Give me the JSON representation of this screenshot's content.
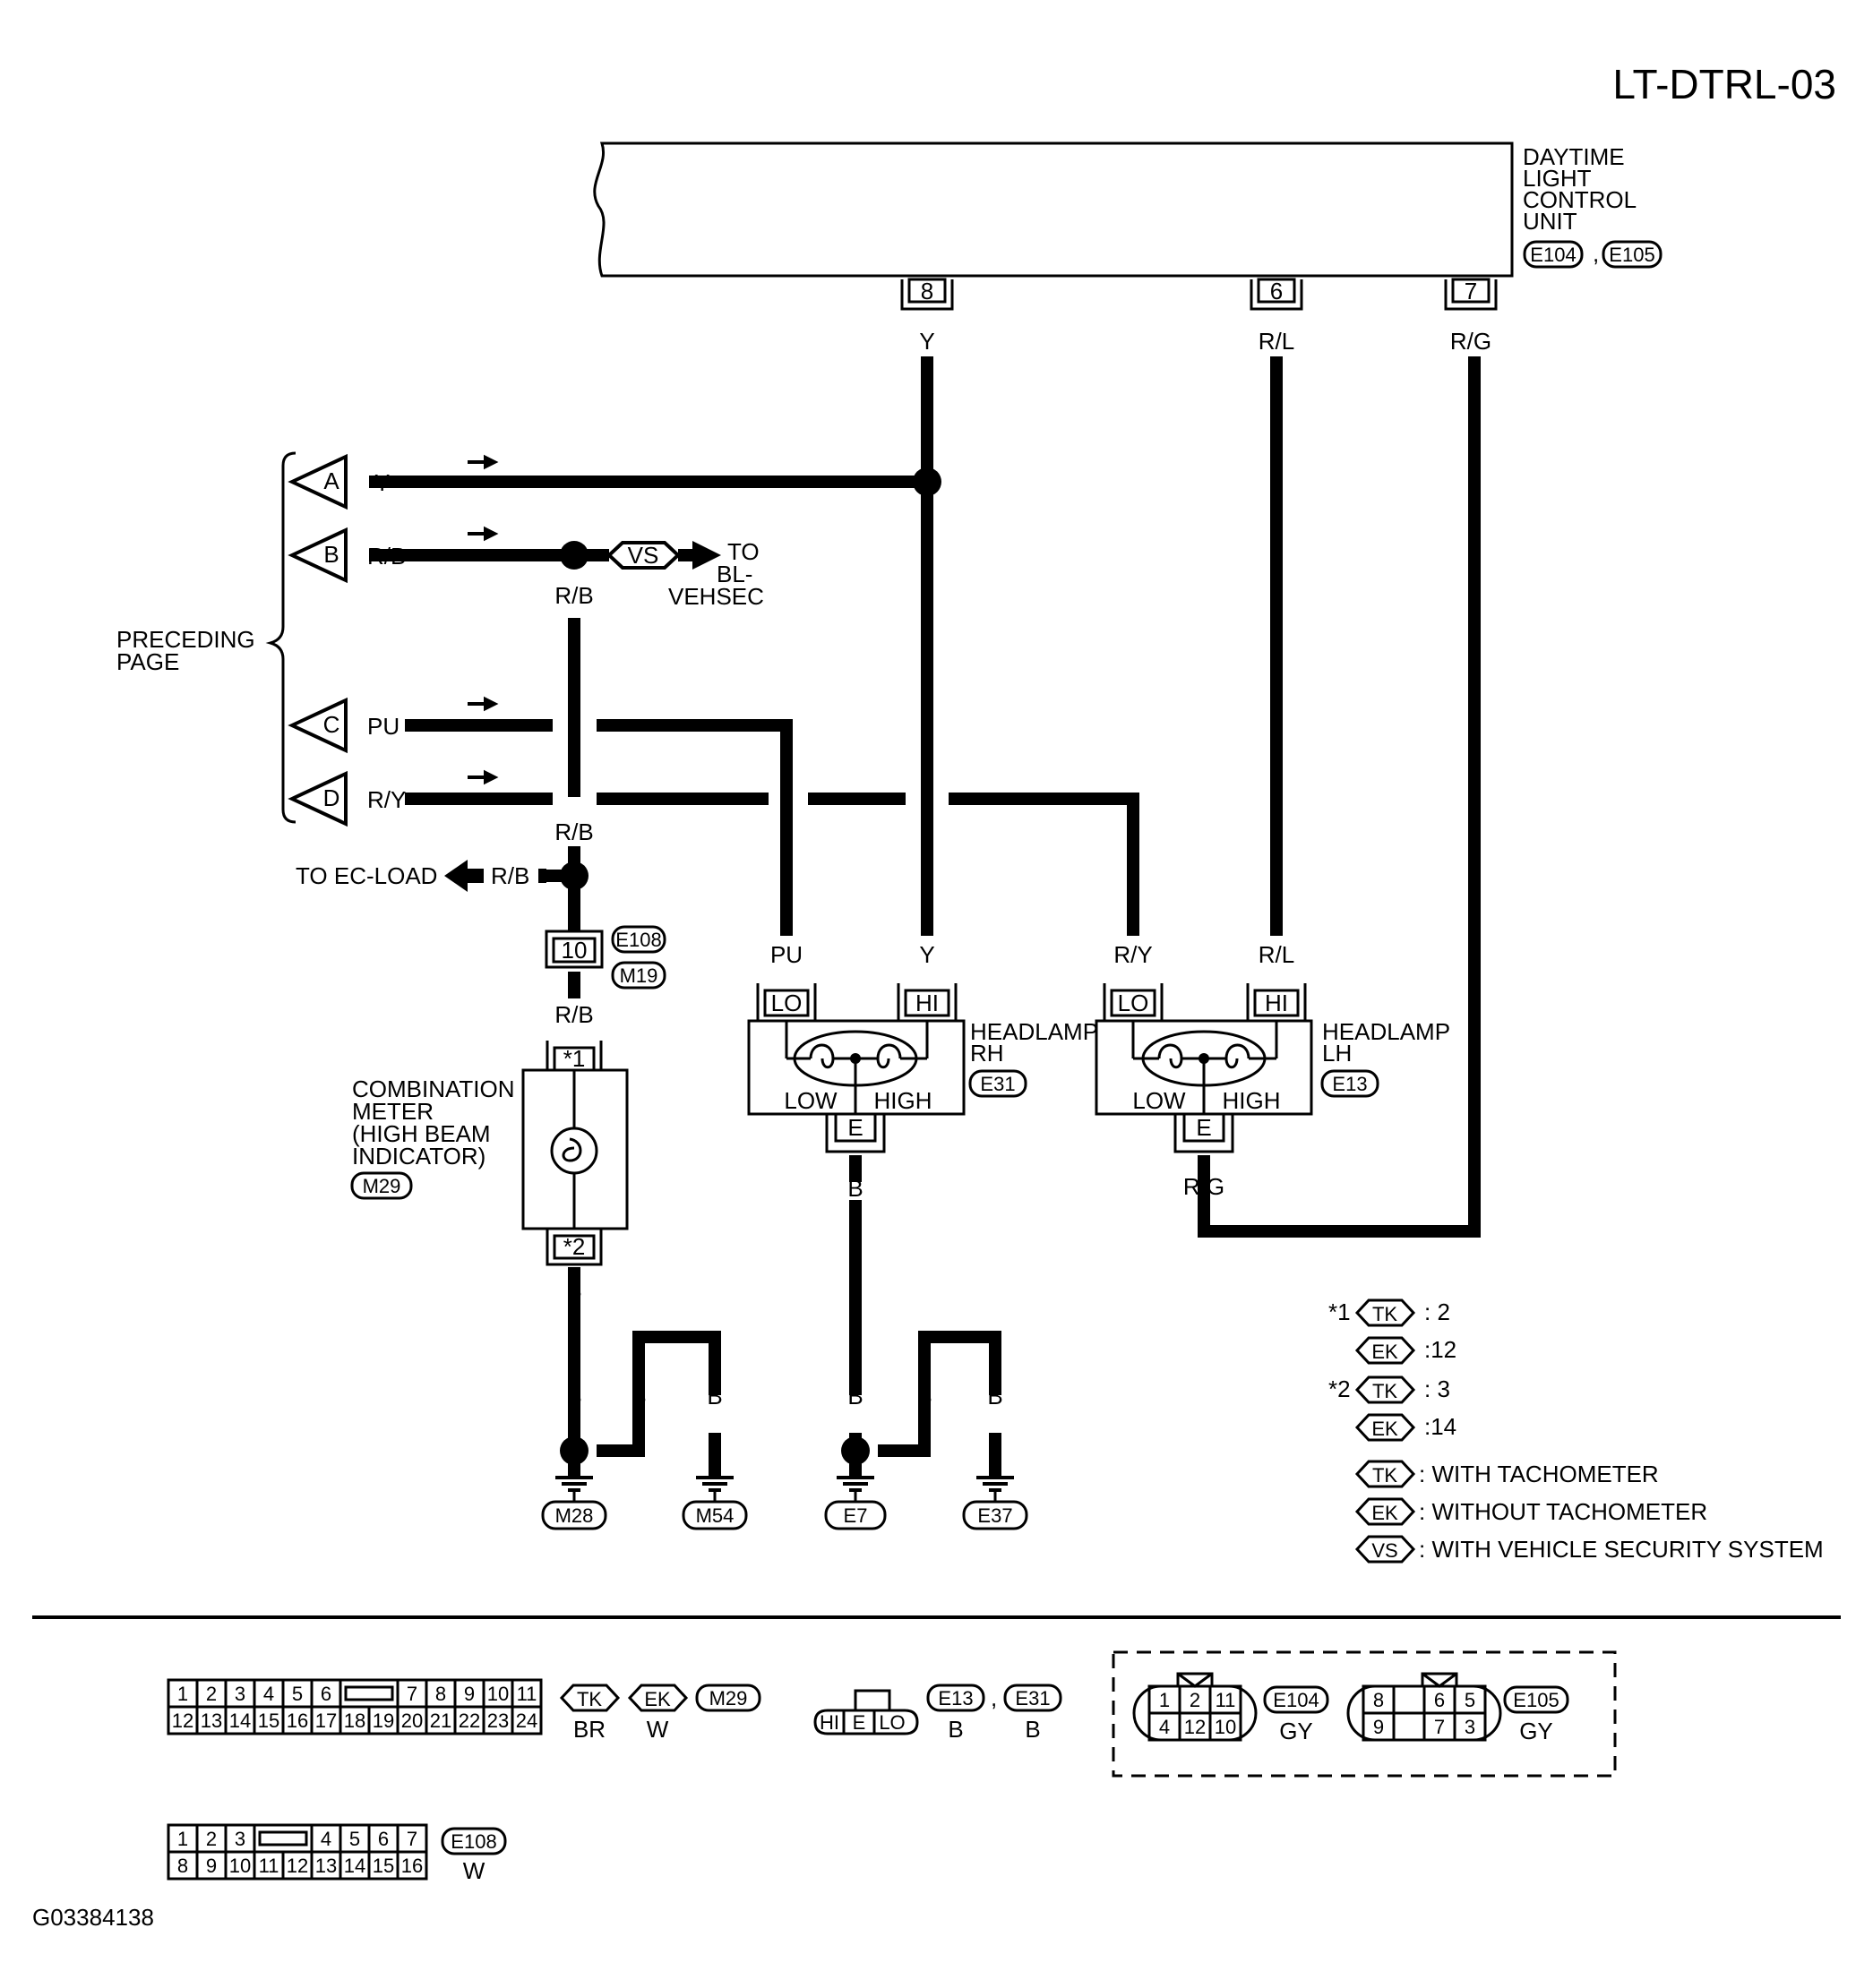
{
  "diagram": {
    "code": "LT-DTRL-03",
    "figure_id": "G03384138",
    "control_unit": {
      "name_lines": [
        "DAYTIME",
        "LIGHT",
        "CONTROL",
        "UNIT"
      ],
      "connectors": [
        "E104",
        "E105"
      ],
      "separator": ",",
      "pins": [
        "8",
        "6",
        "7"
      ]
    },
    "wire_colors": {
      "y": "Y",
      "rl": "R/L",
      "rg": "R/G",
      "rb": "R/B",
      "pu": "PU",
      "ry": "R/Y",
      "b": "B"
    },
    "preceding_page": {
      "label_lines": [
        "PRECEDING",
        "PAGE"
      ],
      "terminals": [
        "A",
        "B",
        "C",
        "D"
      ]
    },
    "vs_branch": {
      "badge": "VS",
      "dest_lines": [
        "TO",
        "BL-",
        "VEHSEC"
      ]
    },
    "ec_load": {
      "label": "TO EC-LOAD"
    },
    "junction_e108": {
      "pin": "10",
      "connectors": [
        "E108",
        "M19"
      ]
    },
    "combination_meter": {
      "label_lines": [
        "COMBINATION",
        "METER",
        "(HIGH BEAM",
        "INDICATOR)"
      ],
      "connector": "M29",
      "pins": [
        "*1",
        "*2"
      ]
    },
    "headlamp_rh": {
      "label_lines": [
        "HEADLAMP",
        "RH"
      ],
      "connector": "E31",
      "pins": [
        "LO",
        "HI",
        "E"
      ],
      "filaments": [
        "LOW",
        "HIGH"
      ]
    },
    "headlamp_lh": {
      "label_lines": [
        "HEADLAMP",
        "LH"
      ],
      "connector": "E13",
      "pins": [
        "LO",
        "HI",
        "E"
      ],
      "filaments": [
        "LOW",
        "HIGH"
      ]
    },
    "grounds": [
      "M28",
      "M54",
      "E7",
      "E37"
    ],
    "notes": {
      "star1": "*1",
      "star2": "*2",
      "tk": "TK",
      "ek": "EK",
      "vs": "VS",
      "tk_star1": ": 2",
      "ek_star1": ":12",
      "tk_star2": ": 3",
      "ek_star2": ":14",
      "tk_def": ": WITH TACHOMETER",
      "ek_def": ": WITHOUT TACHOMETER",
      "vs_def": ": WITH VEHICLE SECURITY SYSTEM"
    },
    "connector_views": {
      "m29": {
        "top_row": [
          "1",
          "2",
          "3",
          "4",
          "5",
          "6",
          "",
          "7",
          "8",
          "9",
          "10",
          "11"
        ],
        "bottom_row": [
          "12",
          "13",
          "14",
          "15",
          "16",
          "17",
          "18",
          "19",
          "20",
          "21",
          "22",
          "23",
          "24"
        ],
        "tk": "TK",
        "ek": "EK",
        "tk_color": "BR",
        "ek_color": "W",
        "id": "M29"
      },
      "headlamp": {
        "pins": [
          "HI",
          "E",
          "LO"
        ],
        "ids": [
          "E13",
          "E31"
        ],
        "separator": ",",
        "colors": [
          "B",
          "B"
        ]
      },
      "e104": {
        "top_row": [
          "1",
          "2",
          "11"
        ],
        "bottom_row": [
          "4",
          "12",
          "10"
        ],
        "id": "E104",
        "color": "GY"
      },
      "e105": {
        "top_row": [
          "8",
          "",
          "6",
          "5"
        ],
        "bottom_row": [
          "9",
          "",
          "7",
          "3"
        ],
        "id": "E105",
        "color": "GY"
      },
      "e108": {
        "top_row": [
          "1",
          "2",
          "3",
          "",
          "4",
          "5",
          "6",
          "7"
        ],
        "bottom_row": [
          "8",
          "9",
          "10",
          "11",
          "12",
          "13",
          "14",
          "15",
          "16"
        ],
        "id": "E108",
        "color": "W"
      }
    }
  }
}
